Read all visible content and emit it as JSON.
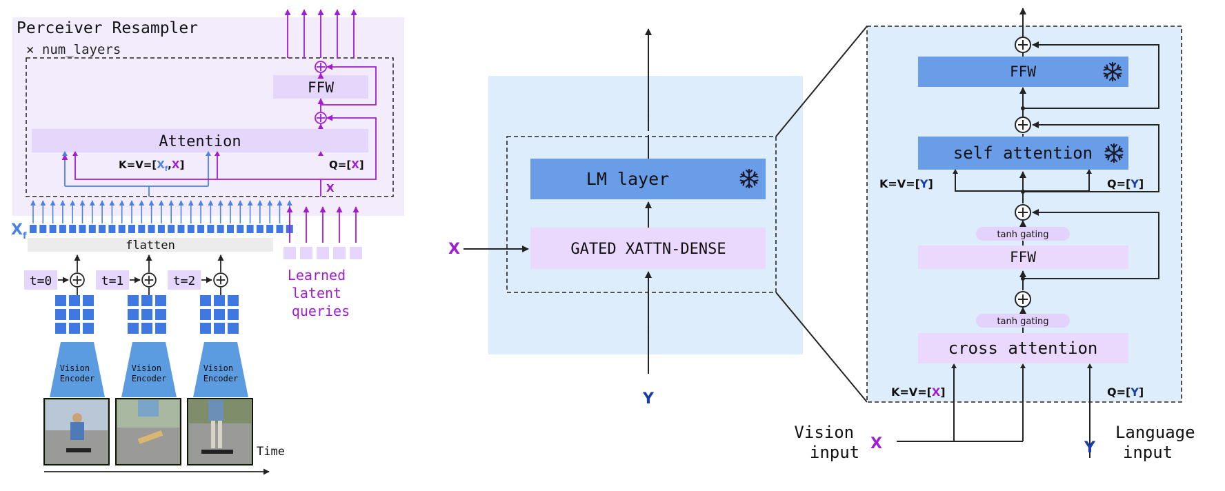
{
  "perceiver": {
    "title": "Perceiver Resampler",
    "num_layers": "✕ num_layers",
    "ffw": "FFW",
    "attention": "Attention",
    "kv_prefix": "K=V=[",
    "kv_xf": "X",
    "kv_xf_sub": "f",
    "kv_comma": ",",
    "kv_x": "X",
    "kv_suffix": "]",
    "q_prefix": "Q=[",
    "q_x": "X",
    "q_suffix": "]",
    "x_label": "X",
    "xf_label": "X",
    "xf_sub": "f",
    "flatten": "flatten",
    "timesteps": [
      "t=0",
      "t=1",
      "t=2"
    ],
    "vision_encoder": [
      "Vision",
      "Encoder"
    ],
    "time_label": "Time",
    "queries_label": [
      "Learned",
      "latent",
      "queries"
    ]
  },
  "lm_stack": {
    "lm_layer": "LM layer",
    "gated": "GATED XATTN-DENSE",
    "x_input": "X",
    "y_input": "Y",
    "dots": "⋮"
  },
  "detail": {
    "ffw": "FFW",
    "self_attention": "self attention",
    "tanh_gating": "tanh gating",
    "ffw2": "FFW",
    "cross_attention": "cross attention",
    "self_kv_prefix": "K=V=[",
    "self_kv_y": "Y",
    "self_kv_suffix": "]",
    "self_q_prefix": "Q=[",
    "self_q_y": "Y",
    "self_q_suffix": "]",
    "cross_kv_prefix": "K=V=[",
    "cross_kv_x": "X",
    "cross_kv_suffix": "]",
    "cross_q_prefix": "Q=[",
    "cross_q_y": "Y",
    "cross_q_suffix": "]",
    "vision_input": [
      "Vision",
      "input"
    ],
    "vision_x": "X",
    "language_input": [
      "Language",
      "input"
    ],
    "language_y": "Y"
  },
  "icons": {
    "snowflake": "snowflake-icon",
    "plus": "plus-circle-icon"
  },
  "colors": {
    "purple": "#a21cd6",
    "blue": "#4a82e6",
    "dark_blue": "#173ea8",
    "light_purple": "#eadcfb",
    "panel_purple": "#f3ecfd",
    "block_blue": "#6a9de8",
    "panel_blue": "#deedfb"
  }
}
